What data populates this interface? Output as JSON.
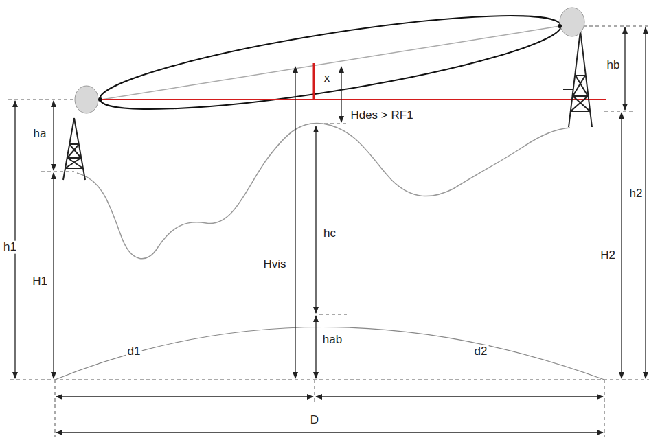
{
  "diagram": {
    "labels": [
      "x",
      "ha",
      "hb",
      "Hdes > RF1",
      "h1",
      "Hvis",
      "hc",
      "h2",
      "H2",
      "H1",
      "hab",
      "d1",
      "d2",
      "D"
    ]
  }
}
